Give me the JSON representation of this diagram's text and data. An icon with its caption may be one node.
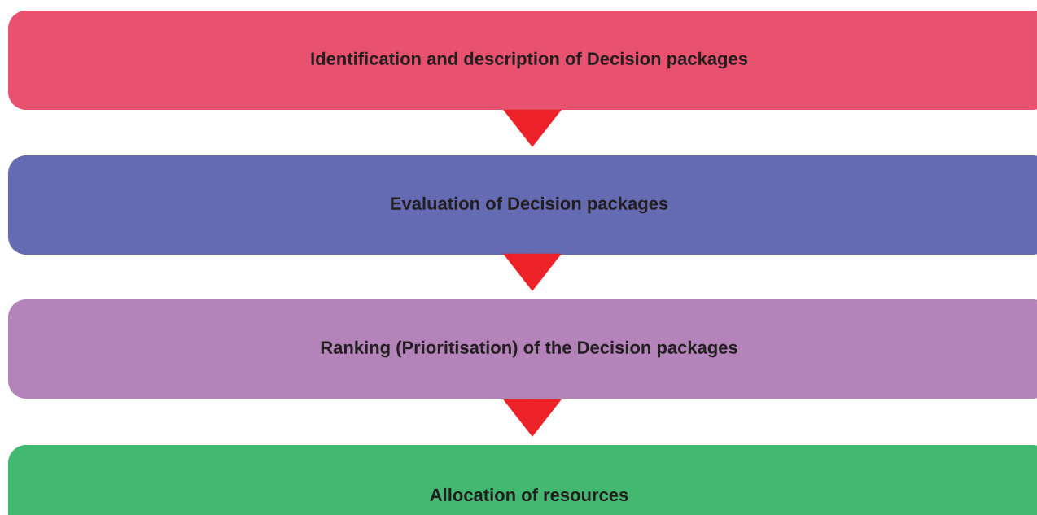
{
  "diagram": {
    "nodes": [
      {
        "text": [
          "Identification and description of Decision packages"
        ]
      },
      {
        "text": [
          "Evaluation of Decision packages"
        ]
      },
      {
        "text": [
          "Ranking (Prioritisation) of the Decision packages"
        ]
      },
      {
        "text": [
          "Allocation of resources"
        ]
      }
    ],
    "edges": [
      {
        "from": 0,
        "to": 1,
        "arrow": "to"
      },
      {
        "from": 1,
        "to": 2,
        "arrow": "to"
      },
      {
        "from": 2,
        "to": 3,
        "arrow": "to"
      }
    ]
  }
}
